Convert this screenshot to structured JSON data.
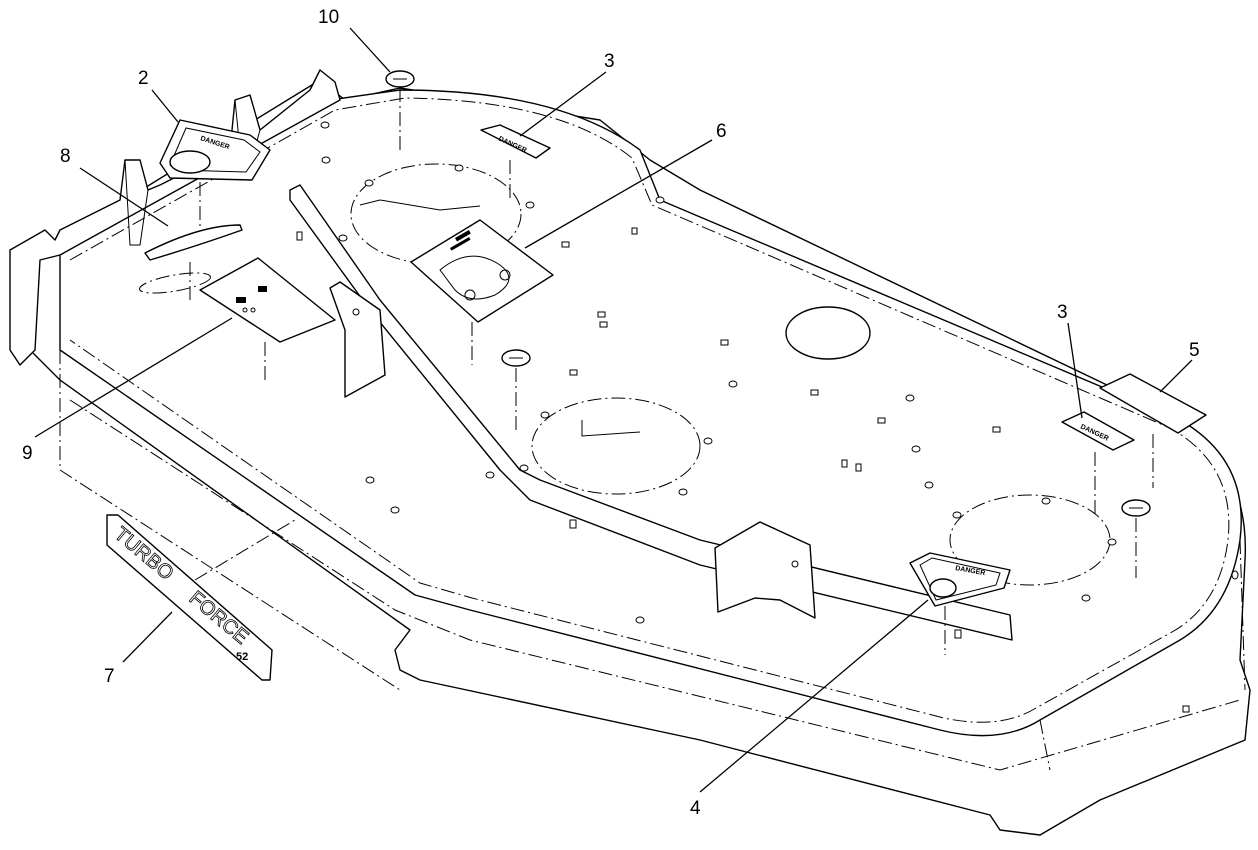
{
  "diagram": {
    "callouts": {
      "c10": "10",
      "c2": "2",
      "c3a": "3",
      "c6": "6",
      "c8": "8",
      "c9": "9",
      "c3b": "3",
      "c5": "5",
      "c7": "7",
      "c4": "4"
    },
    "labels": {
      "danger_top": "DANGER",
      "danger_right": "DANGER",
      "danger_small_a": "DANGER",
      "danger_small_b": "DANGER",
      "turbo": "TURBO",
      "force": "FORCE",
      "model": "52"
    }
  }
}
